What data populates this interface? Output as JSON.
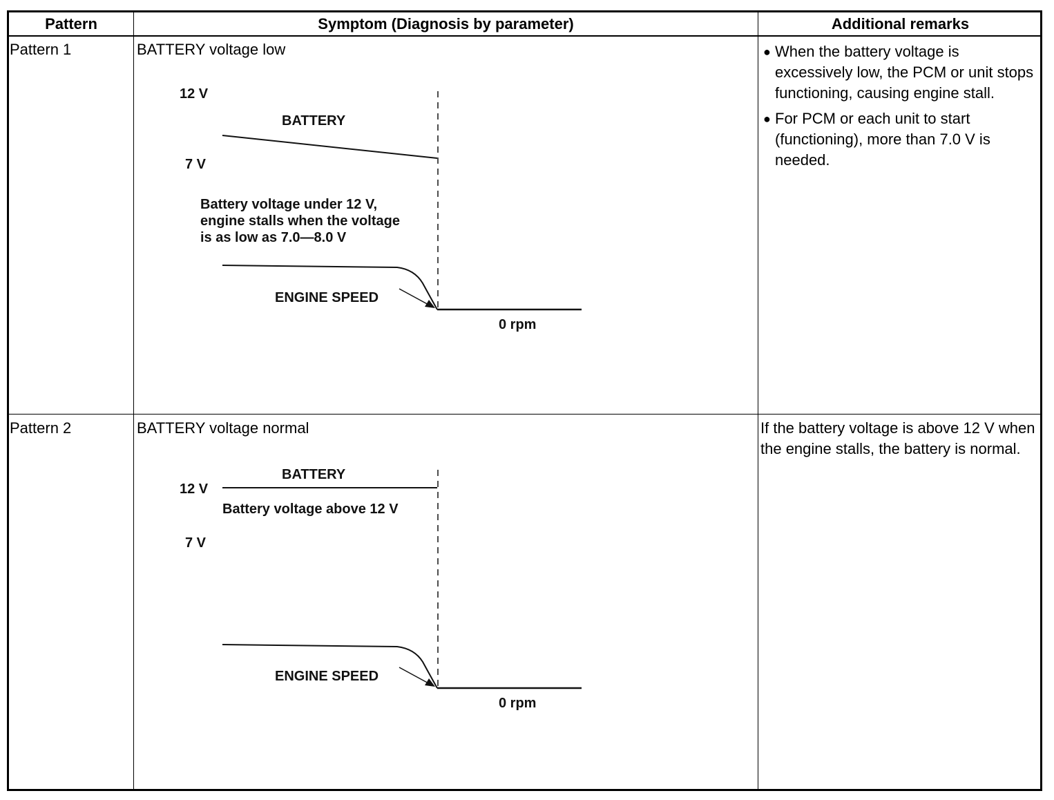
{
  "header": {
    "col_pattern": "Pattern",
    "col_symptom": "Symptom (Diagnosis by parameter)",
    "col_remarks": "Additional remarks"
  },
  "rows": [
    {
      "pattern": "Pattern 1",
      "symptom_title": "BATTERY voltage low",
      "diagram": {
        "label_12v": "12 V",
        "label_7v": "7 V",
        "battery_label": "BATTERY",
        "note_lines": [
          "Battery voltage under 12 V,",
          "engine stalls when the voltage",
          "is as low as 7.0—8.0 V"
        ],
        "engine_speed_label": "ENGINE SPEED",
        "rpm_label": "0 rpm"
      },
      "remarks": [
        "When the battery voltage is excessively low, the PCM or unit stops functioning, causing engine stall.",
        "For PCM or each unit to start (functioning), more than 7.0 V is needed."
      ]
    },
    {
      "pattern": "Pattern 2",
      "symptom_title": "BATTERY voltage normal",
      "diagram": {
        "label_12v": "12 V",
        "label_7v": "7 V",
        "battery_label": "BATTERY",
        "note_lines": [
          "Battery voltage above 12 V"
        ],
        "engine_speed_label": "ENGINE SPEED",
        "rpm_label": "0 rpm"
      },
      "remarks_paragraph": "If the battery voltage is above 12 V when the engine stalls, the battery is normal."
    }
  ]
}
